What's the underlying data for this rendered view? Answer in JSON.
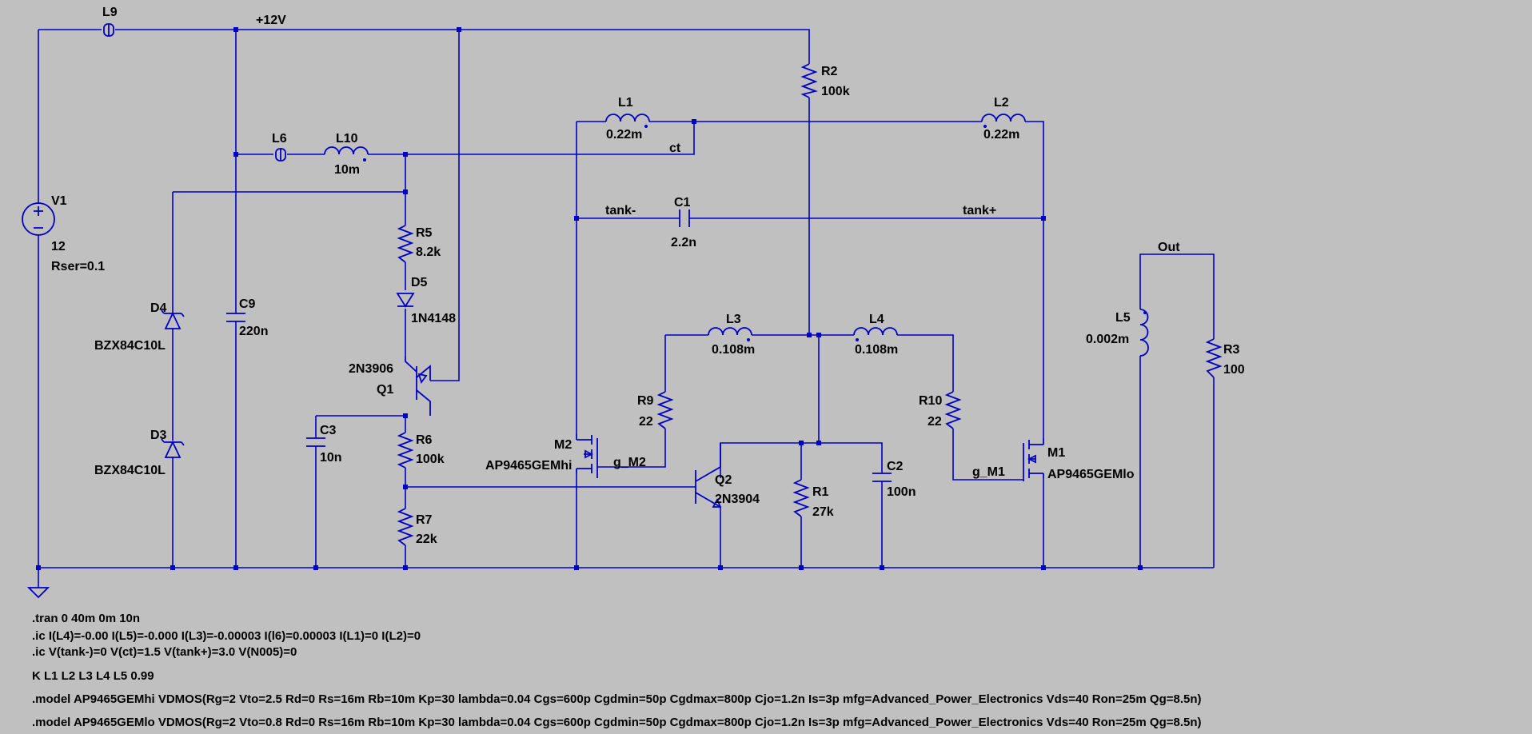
{
  "nets": {
    "vcc": "+12V",
    "ct": "ct",
    "tank_minus": "tank-",
    "tank_plus": "tank+",
    "out": "Out",
    "g_m1": "g_M1",
    "g_m2": "g_M2"
  },
  "components": {
    "L9": {
      "ref": "L9"
    },
    "V1": {
      "ref": "V1",
      "value": "12",
      "extra": "Rser=0.1"
    },
    "L6": {
      "ref": "L6"
    },
    "L10": {
      "ref": "L10",
      "value": "10m"
    },
    "C9": {
      "ref": "C9",
      "value": "220n"
    },
    "D4": {
      "ref": "D4",
      "value": "BZX84C10L"
    },
    "D3": {
      "ref": "D3",
      "value": "BZX84C10L"
    },
    "R5": {
      "ref": "R5",
      "value": "8.2k"
    },
    "D5": {
      "ref": "D5",
      "value": "1N4148"
    },
    "Q1": {
      "ref": "Q1",
      "value": "2N3906"
    },
    "C3": {
      "ref": "C3",
      "value": "10n"
    },
    "R6": {
      "ref": "R6",
      "value": "100k"
    },
    "R7": {
      "ref": "R7",
      "value": "22k"
    },
    "L1": {
      "ref": "L1",
      "value": "0.22m"
    },
    "L2": {
      "ref": "L2",
      "value": "0.22m"
    },
    "R2": {
      "ref": "R2",
      "value": "100k"
    },
    "C1": {
      "ref": "C1",
      "value": "2.2n"
    },
    "L3": {
      "ref": "L3",
      "value": "0.108m"
    },
    "L4": {
      "ref": "L4",
      "value": "0.108m"
    },
    "R9": {
      "ref": "R9",
      "value": "22"
    },
    "R10": {
      "ref": "R10",
      "value": "22"
    },
    "M2": {
      "ref": "M2",
      "value": "AP9465GEMhi"
    },
    "M1": {
      "ref": "M1",
      "value": "AP9465GEMlo"
    },
    "Q2": {
      "ref": "Q2",
      "value": "2N3904"
    },
    "R1": {
      "ref": "R1",
      "value": "27k"
    },
    "C2": {
      "ref": "C2",
      "value": "100n"
    },
    "L5": {
      "ref": "L5",
      "value": "0.002m"
    },
    "R3": {
      "ref": "R3",
      "value": "100"
    }
  },
  "directives": [
    ".tran 0 40m 0m 10n",
    ".ic I(L4)=-0.00 I(L5)=-0.000 I(L3)=-0.00003 I(l6)=0.00003 I(L1)=0 I(L2)=0",
    ".ic V(tank-)=0 V(ct)=1.5 V(tank+)=3.0 V(N005)=0",
    "K L1 L2 L3 L4 L5 0.99",
    ".model AP9465GEMhi VDMOS(Rg=2 Vto=2.5 Rd=0 Rs=16m Rb=10m Kp=30 lambda=0.04 Cgs=600p Cgdmin=50p Cgdmax=800p Cjo=1.2n Is=3p mfg=Advanced_Power_Electronics Vds=40 Ron=25m Qg=8.5n)",
    ".model AP9465GEMlo VDMOS(Rg=2 Vto=0.8 Rd=0 Rs=16m Rb=10m Kp=30 lambda=0.04 Cgs=600p Cgdmin=50p Cgdmax=800p Cjo=1.2n Is=3p mfg=Advanced_Power_Electronics Vds=40 Ron=25m Qg=8.5n)"
  ],
  "colors": {
    "background": "#c0c0c0",
    "wire": "#0000c8",
    "text": "#000000"
  }
}
